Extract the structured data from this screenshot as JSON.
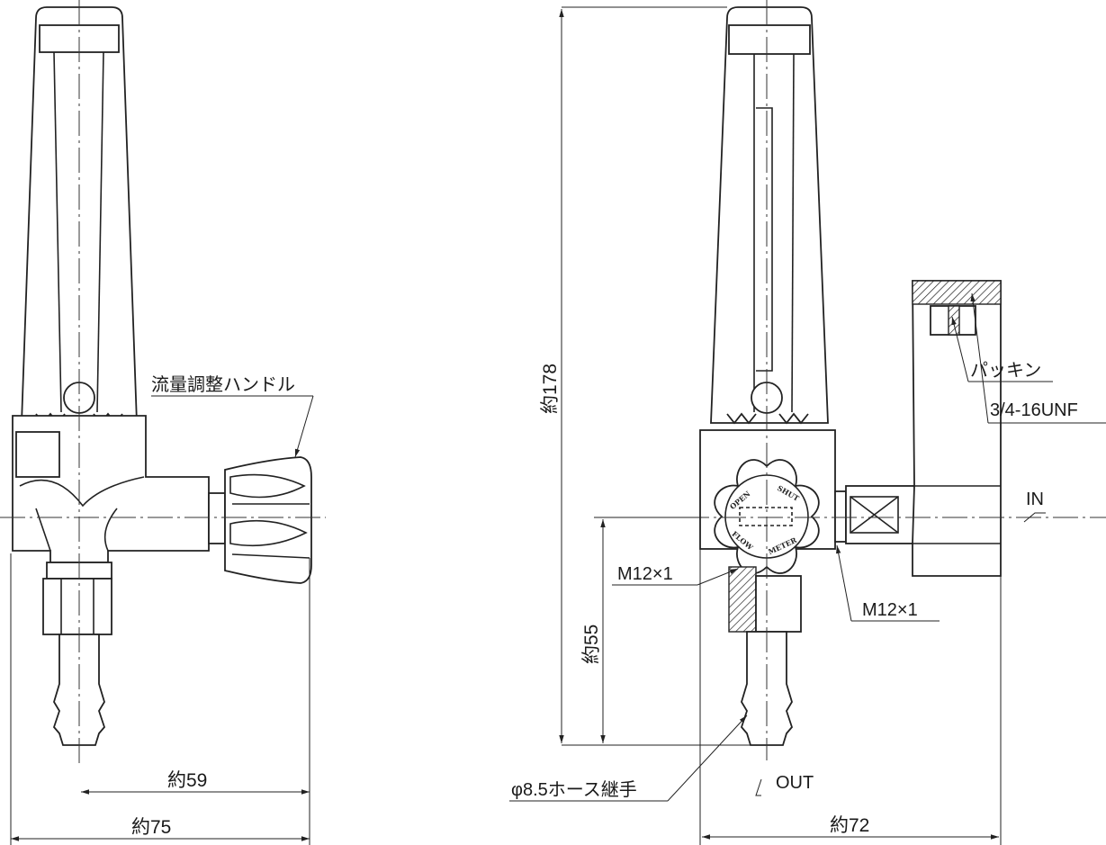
{
  "labels": {
    "flow_handle": "流量調整ハンドル",
    "packing": "パッキン",
    "thread_unf": "3/4-16UNF",
    "inlet": "IN",
    "outlet": "OUT",
    "m12_left": "M12×1",
    "m12_right": "M12×1",
    "hose_joint": "φ8.5ホース継手"
  },
  "dimensions": {
    "height_total": "約178",
    "height_outlet": "約55",
    "width_59": "約59",
    "width_75": "約75",
    "width_72": "約72"
  },
  "knob": {
    "open": "OPEN",
    "shut": "SHUT",
    "flow": "FLOW",
    "meter": "METER"
  }
}
